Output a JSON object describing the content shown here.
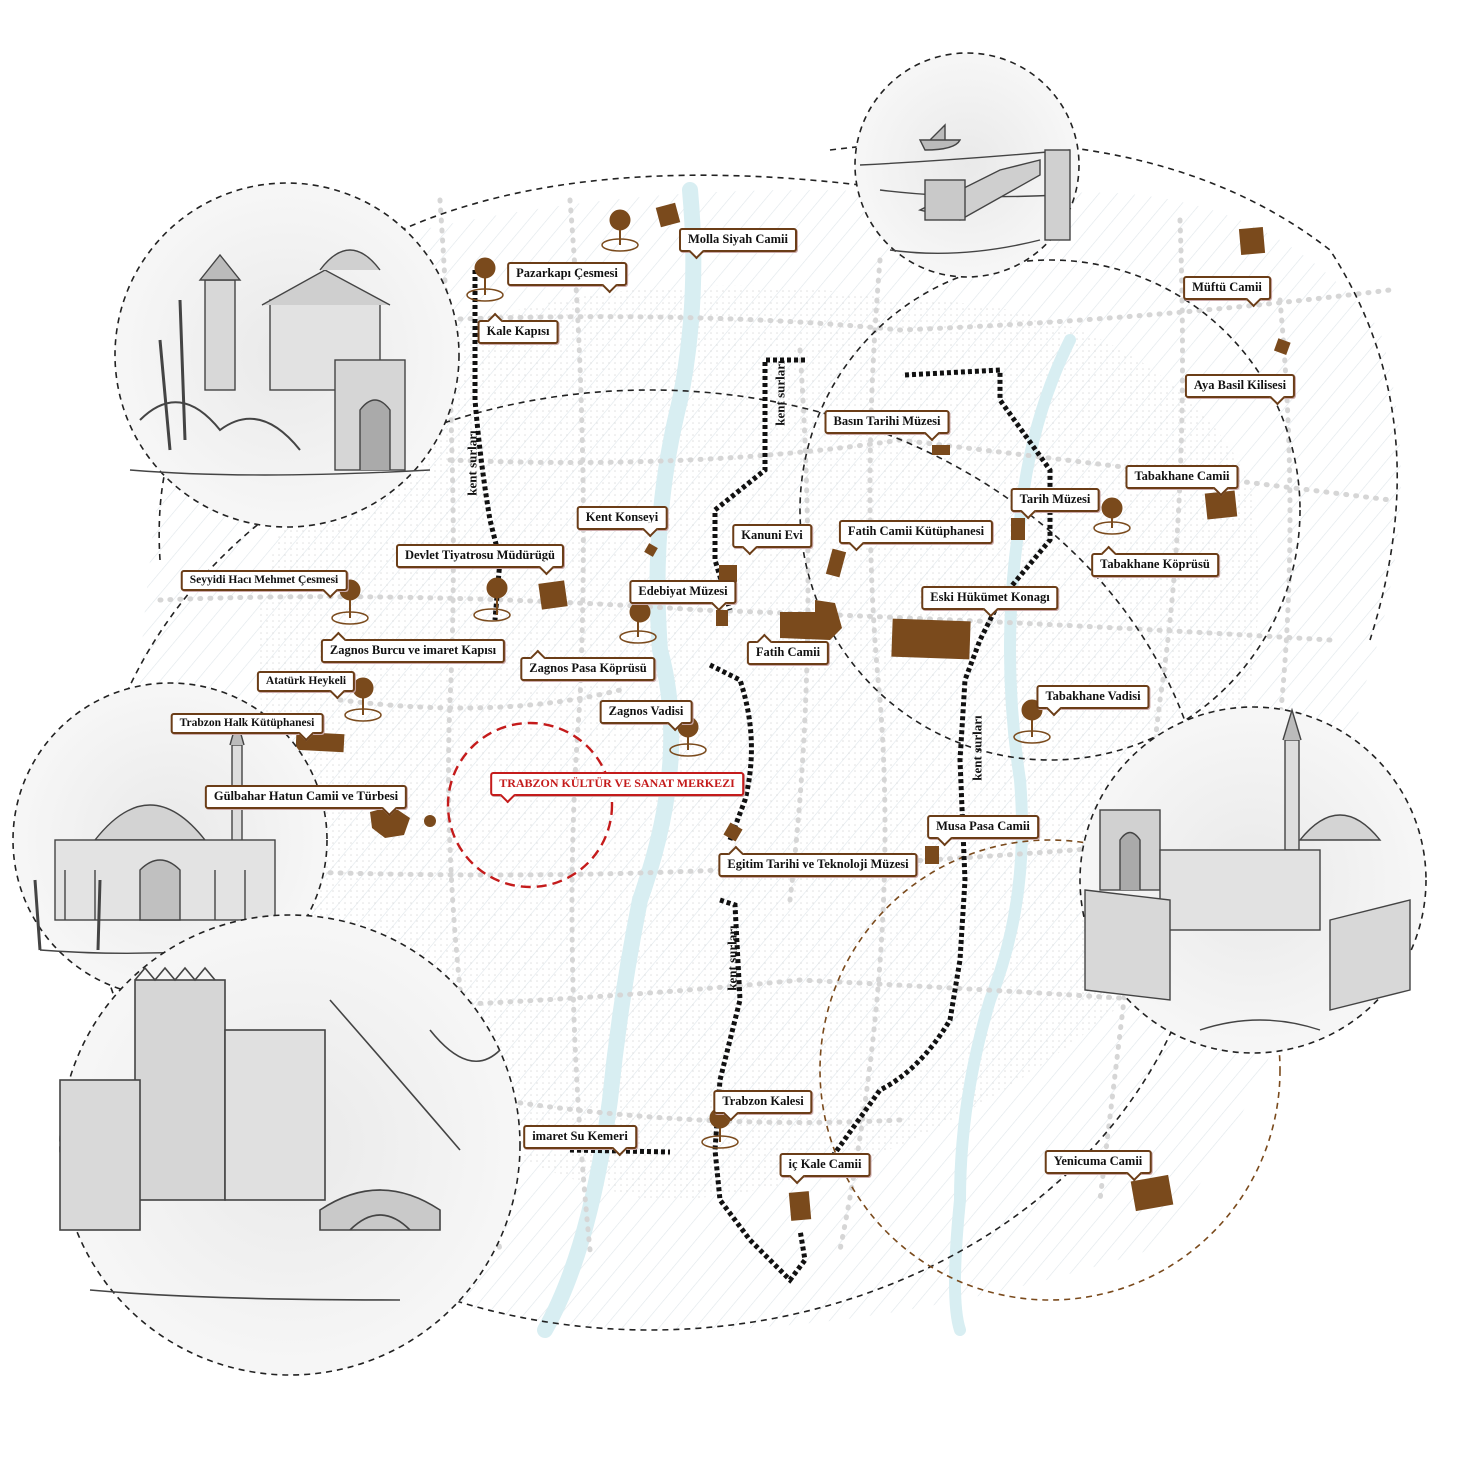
{
  "colors": {
    "landmark": "#7a4a1c",
    "label_border": "#6b3d17",
    "center_accent": "#c41b1b",
    "river": "#d8eef2",
    "road_dots": "#d9d9d9",
    "city_wall": "#111111"
  },
  "center": {
    "label": "TRABZON KÜLTÜR VE SANAT MERKEZI"
  },
  "wall_label": "kent surları",
  "places": [
    {
      "id": "molla-siyah-camii",
      "label": "Molla Siyah Camii"
    },
    {
      "id": "pazarkapi-cesmesi",
      "label": "Pazarkapı Çesmesi"
    },
    {
      "id": "kale-kapisi",
      "label": "Kale Kapısı"
    },
    {
      "id": "muftu-camii",
      "label": "Müftü Camii"
    },
    {
      "id": "aya-basil-kilisesi",
      "label": "Aya Basil Kilisesi"
    },
    {
      "id": "basin-tarihi-muzesi",
      "label": "Basın Tarihi Müzesi"
    },
    {
      "id": "tabakhane-camii",
      "label": "Tabakhane Camii"
    },
    {
      "id": "tarih-muzesi",
      "label": "Tarih Müzesi"
    },
    {
      "id": "tabakhane-koprusu",
      "label": "Tabakhane Köprüsü"
    },
    {
      "id": "kent-konseyi",
      "label": "Kent Konseyi"
    },
    {
      "id": "kanuni-evi",
      "label": "Kanuni Evi"
    },
    {
      "id": "fatih-camii-kutuphanesi",
      "label": "Fatih Camii Kütüphanesi"
    },
    {
      "id": "devlet-tiyatrosu",
      "label": "Devlet Tiyatrosu Müdürügü"
    },
    {
      "id": "seyyidi-haci-mehmet-cesmesi",
      "label": "Seyyidi Hacı Mehmet Çesmesi"
    },
    {
      "id": "edebiyat-muzesi",
      "label": "Edebiyat Müzesi"
    },
    {
      "id": "eski-hukumet-konagi",
      "label": "Eski Hükümet Konagı"
    },
    {
      "id": "zagnos-burcu",
      "label": "Zagnos Burcu ve imaret Kapısı"
    },
    {
      "id": "fatih-camii",
      "label": "Fatih Camii"
    },
    {
      "id": "zagnos-pasa-koprusu",
      "label": "Zagnos Pasa Köprüsü"
    },
    {
      "id": "ataturk-heykeli",
      "label": "Atatürk Heykeli"
    },
    {
      "id": "tabakhane-vadisi",
      "label": "Tabakhane Vadisi"
    },
    {
      "id": "zagnos-vadisi",
      "label": "Zagnos Vadisi"
    },
    {
      "id": "trabzon-halk-kutuphanesi",
      "label": "Trabzon Halk Kütüphanesi"
    },
    {
      "id": "gulbahar-hatun-camii",
      "label": "Gülbahar Hatun Camii ve Türbesi"
    },
    {
      "id": "musa-pasa-camii",
      "label": "Musa Pasa Camii"
    },
    {
      "id": "egitim-tarihi-muzesi",
      "label": "Egitim Tarihi ve Teknoloji Müzesi"
    },
    {
      "id": "trabzon-kalesi",
      "label": "Trabzon Kalesi"
    },
    {
      "id": "imaret-su-kemeri",
      "label": "imaret Su Kemeri"
    },
    {
      "id": "ic-kale-camii",
      "label": "iç Kale Camii"
    },
    {
      "id": "yenicuma-camii",
      "label": "Yenicuma Camii"
    }
  ]
}
